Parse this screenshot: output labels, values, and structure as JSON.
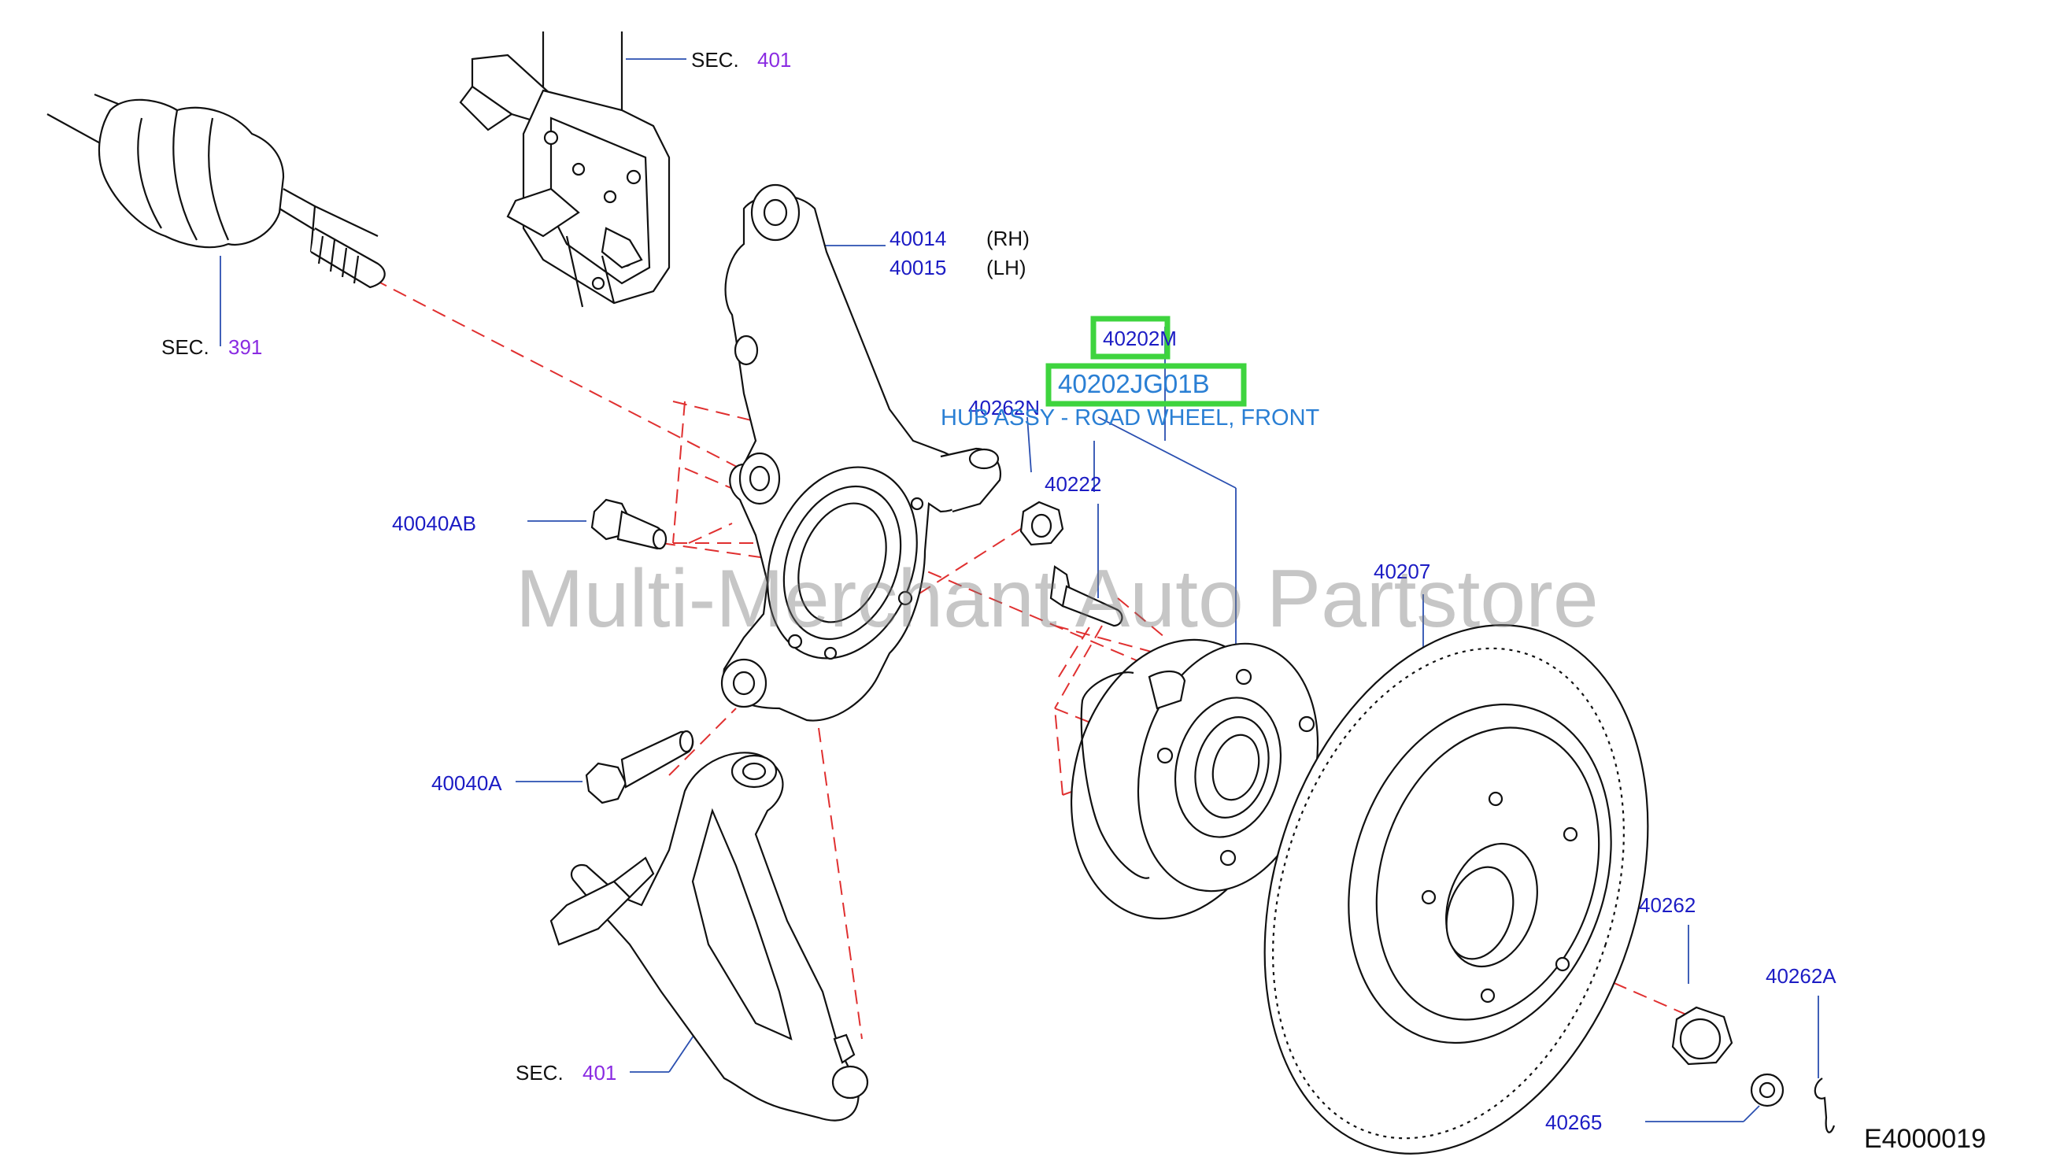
{
  "diagram": {
    "figure_id": "E4000019",
    "watermark": "Multi-Merchant Auto Partstore",
    "sec_prefix": "SEC.",
    "sections": {
      "strut": "401",
      "drive_shaft": "391",
      "lower_arm": "401"
    },
    "parts": {
      "knuckle_rh": "40014",
      "knuckle_lh": "40015",
      "rh": "(RH)",
      "lh": "(LH)",
      "hub_assy_m": "40202M",
      "hub_assy_part": "40202JG01B",
      "hub_assy_desc": "HUB ASSY - ROAD WHEEL, FRONT",
      "hub_nut_n": "40262N",
      "hub_bolt": "40222",
      "bolt_ab": "40040AB",
      "bolt_a": "40040A",
      "rotor": "40207",
      "axle_nut": "40262",
      "cotter_pin": "40262A",
      "nut_cap": "40265"
    },
    "colors": {
      "part_number": "#1c1cc4",
      "section_number": "#8a2be2",
      "highlight": "#3ed43e",
      "description": "#2a7fd4",
      "centerline": "#e03030"
    }
  }
}
